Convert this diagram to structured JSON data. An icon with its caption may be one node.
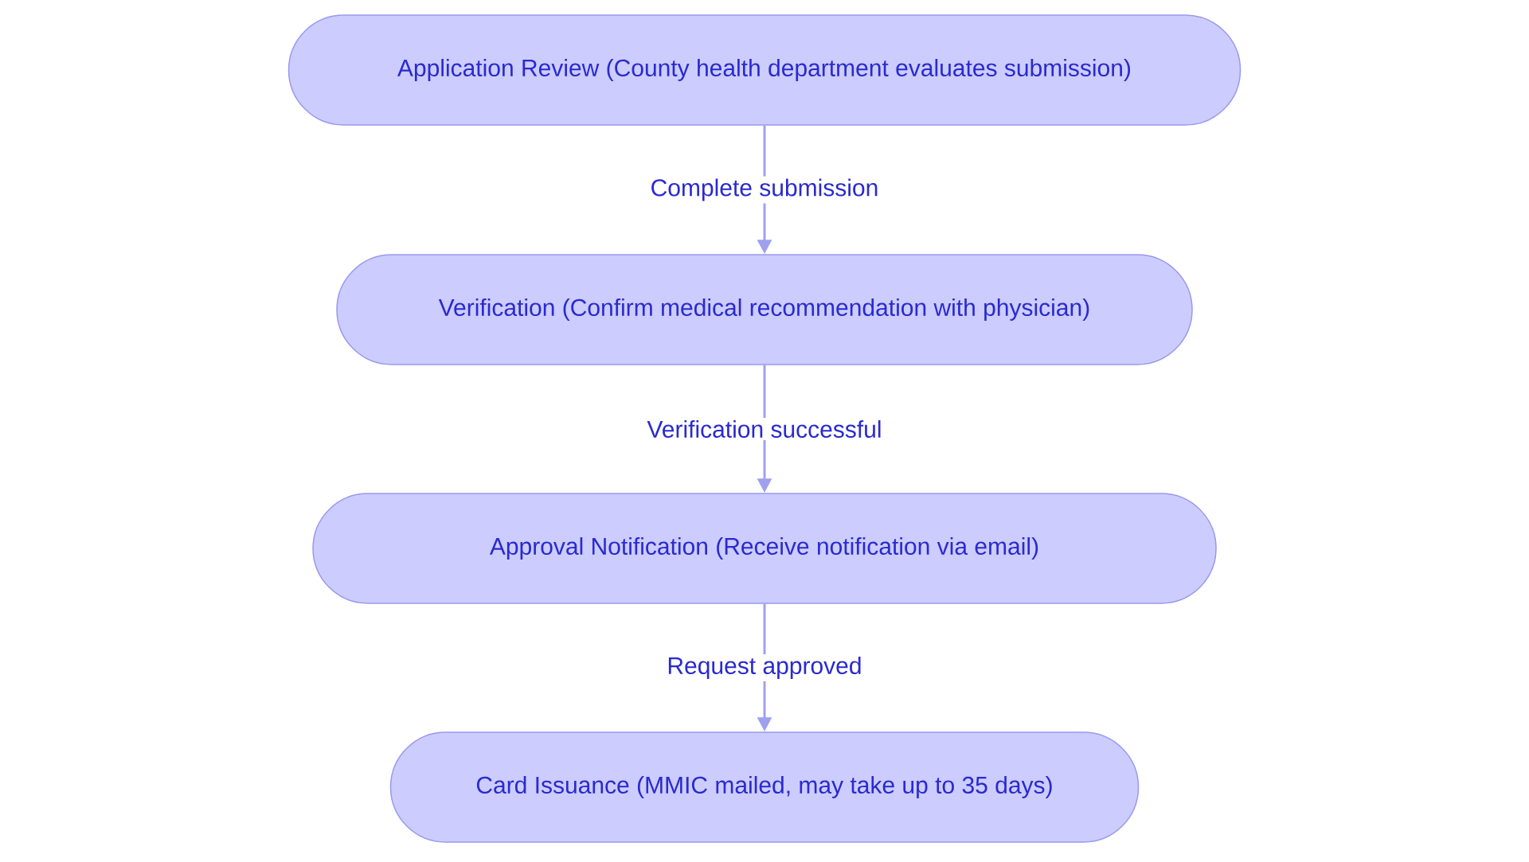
{
  "diagram": {
    "nodes": [
      {
        "text": [
          "Application Review (County health department evaluates submission)"
        ]
      },
      {
        "text": [
          "Verification (Confirm medical recommendation with physician)"
        ]
      },
      {
        "text": [
          "Approval Notification (Receive notification via email)"
        ]
      },
      {
        "text": [
          "Card Issuance (MMIC mailed, may take up to 35 days)"
        ]
      }
    ],
    "edges": [
      {
        "from": 0,
        "to": 1,
        "arrow": "to",
        "label": "Complete submission"
      },
      {
        "from": 1,
        "to": 2,
        "arrow": "to",
        "label": "Verification successful"
      },
      {
        "from": 2,
        "to": 3,
        "arrow": "to",
        "label": "Request approved"
      }
    ]
  }
}
